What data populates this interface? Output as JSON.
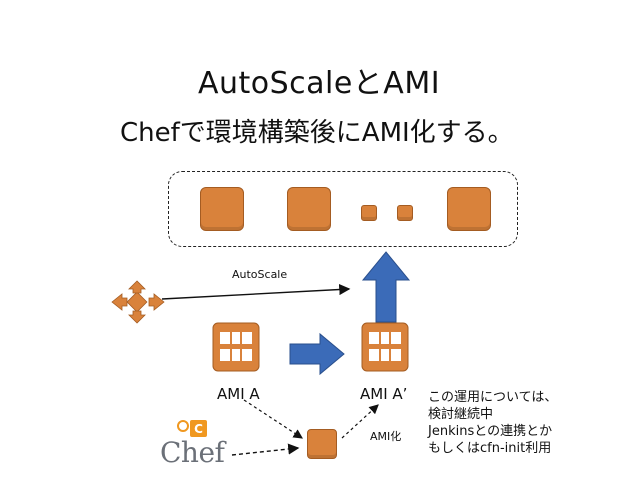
{
  "slide": {
    "title": "AutoScaleとAMI",
    "subtitle": "Chefで環境構築後にAMI化する。"
  },
  "labels": {
    "autoscale": "AutoScale",
    "ami_a": "AMI A",
    "ami_a_prime": "AMI A’",
    "ami_ka": "AMI化",
    "chef": "Chef"
  },
  "note": {
    "lines": [
      "この運用については、",
      "検討継続中",
      "Jenkinsとの連携とか",
      "もしくはcfn-init利用"
    ]
  },
  "colors": {
    "aws_orange": "#d9823b",
    "arrow_blue": "#3b6bb8"
  },
  "icons": [
    "instance-icon",
    "ami-icon",
    "autoscaling-icon",
    "chef-logo-icon"
  ]
}
